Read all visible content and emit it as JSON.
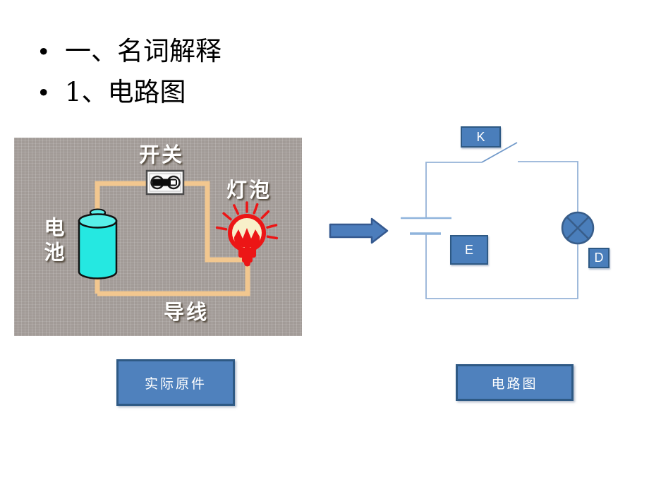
{
  "slide": {
    "bullets": [
      {
        "marker": "•",
        "text": "一、名词解释"
      },
      {
        "marker": "•",
        "text": "1、电路图"
      }
    ]
  },
  "photo": {
    "labels": {
      "switch": "开关",
      "bulb": "灯泡",
      "battery": "电池",
      "wire": "导线"
    }
  },
  "diagram": {
    "labels": {
      "switch": "K",
      "battery": "E",
      "bulb": "D"
    }
  },
  "captions": {
    "left": "实际原件",
    "right": "电路图"
  },
  "colors": {
    "accent_blue": "#4F81BD",
    "accent_border": "#2E5984",
    "diagram_wire": "#95B3D7",
    "photo_wire_tan": "#F2C78F",
    "battery_cyan": "#25E8E1",
    "bulb_red": "#EC1616",
    "bulb_glass": "#F8F0C9",
    "photo_background": "#A29B97"
  }
}
